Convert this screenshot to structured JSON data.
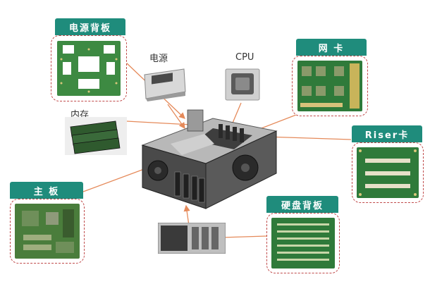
{
  "callouts": {
    "psu_backplane": "电源背板",
    "nic": "网 卡",
    "riser": "Riser卡",
    "motherboard": "主 板",
    "hdd_backplane": "硬盘背板"
  },
  "labels": {
    "psu": "电源",
    "cpu": "CPU",
    "memory": "内存"
  },
  "colors": {
    "tab_teal": "#1f8c7c",
    "dashed_border": "#c04a4a",
    "arrow": "#e58a5a",
    "pcb_green": "#2f7a3a"
  }
}
